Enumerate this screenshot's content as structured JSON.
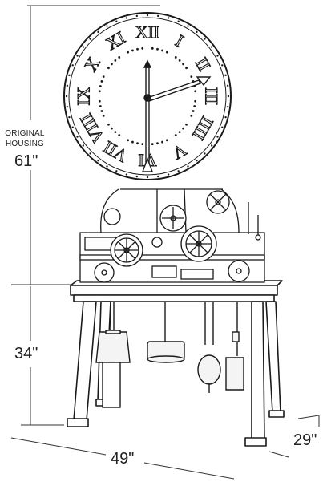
{
  "labels": {
    "housing_line1": "ORIGINAL",
    "housing_line2": "HOUSING",
    "housing_height": "61\"",
    "stand_height": "34\"",
    "width": "49\"",
    "depth": "29\""
  },
  "clock_face": {
    "numerals": [
      "XII",
      "I",
      "II",
      "III",
      "IIII",
      "V",
      "VI",
      "VII",
      "VIII",
      "IX",
      "X",
      "XI"
    ]
  },
  "colors": {
    "line": "#1a1a1a",
    "dimension_line": "#333333",
    "fill": "#ffffff",
    "weight_fill": "#f4f4f4"
  }
}
